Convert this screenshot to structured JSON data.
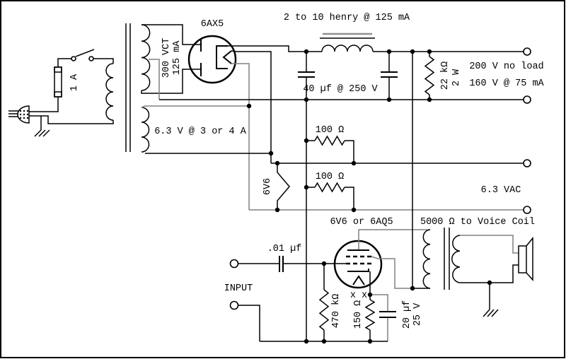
{
  "schematic": {
    "description": "Single-ended vacuum tube amplifier with power supply",
    "colors": {
      "wire": "#000000",
      "alt_wire": "#808080",
      "background": "#ffffff"
    },
    "labels": {
      "rectifier_tube": "6AX5",
      "choke": "2 to 10 henry @ 125 mA",
      "filter_caps": "40 µf @ 250 V",
      "bleeder_value": "22 kΩ",
      "bleeder_power": "2 W",
      "output_v_noload": "200 V no load",
      "output_v_load": "160 V @ 75 mA",
      "hv_winding_volts": "300 VCT",
      "hv_winding_current": "125 mA",
      "heater_winding": "6.3 V @ 3 or 4 A",
      "fuse": "1 A",
      "humdinger_r1": "100 Ω",
      "humdinger_r2": "100 Ω",
      "heater_filament_tube": "6V6",
      "heater_output": "6.3 VAC",
      "output_tube": "6V6 or 6AQ5",
      "output_transformer": "5000 Ω to Voice Coil",
      "coupling_cap": ".01 µf",
      "input": "INPUT",
      "grid_resistor": "470 kΩ",
      "cathode_resistor": "150 Ω",
      "cathode_cap_value": "20 µf",
      "cathode_cap_volts": "25 V",
      "heater_pin_marks": "x x"
    }
  }
}
